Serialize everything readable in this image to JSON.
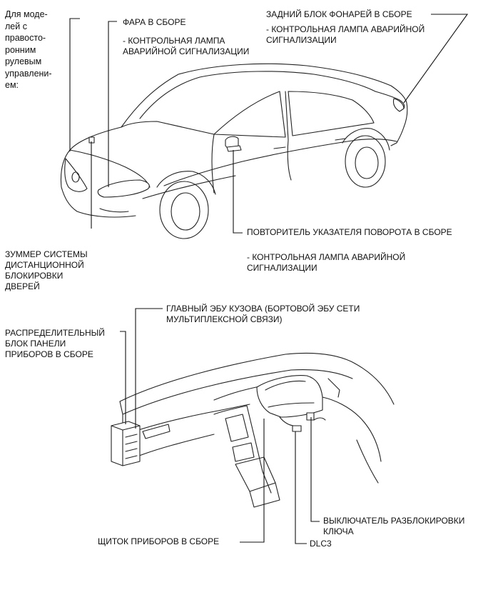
{
  "diagram": {
    "rhd_note": "Для моде-\nлей с\nправосто-\nронним\nрулевым\nуправлени-\nем:",
    "headlight": {
      "title": "ФАРА В СБОРЕ",
      "sub": "- КОНТРОЛЬНАЯ ЛАМПА\nАВАРИЙНОЙ СИГНАЛИЗАЦИИ"
    },
    "rear_lamp": {
      "title": "ЗАДНИЙ БЛОК ФОНАРЕЙ В СБОРЕ",
      "sub": "- КОНТРОЛЬНАЯ ЛАМПА АВАРИЙНОЙ\nСИГНАЛИЗАЦИИ"
    },
    "buzzer": "ЗУММЕР СИСТЕМЫ\nДИСТАНЦИОННОЙ\nБЛОКИРОВКИ\nДВЕРЕЙ",
    "side_repeater": {
      "title": "ПОВТОРИТЕЛЬ УКАЗАТЕЛЯ ПОВОРОТА В СБОРЕ",
      "sub": "- КОНТРОЛЬНАЯ ЛАМПА АВАРИЙНОЙ\nСИГНАЛИЗАЦИИ"
    },
    "body_ecu": "ГЛАВНЫЙ ЭБУ КУЗОВА (БОРТОВОЙ ЭБУ СЕТИ\nМУЛЬТИПЛЕКСНОЙ СВЯЗИ)",
    "junction_block": "РАСПРЕДЕЛИТЕЛЬНЫЙ\nБЛОК ПАНЕЛИ\nПРИБОРОВ В СБОРЕ",
    "unlock_switch": "ВЫКЛЮЧАТЕЛЬ РАЗБЛОКИРОВКИ\nКЛЮЧА",
    "combination_meter": "ЩИТОК ПРИБОРОВ В СБОРЕ",
    "dlc3": "DLC3"
  }
}
